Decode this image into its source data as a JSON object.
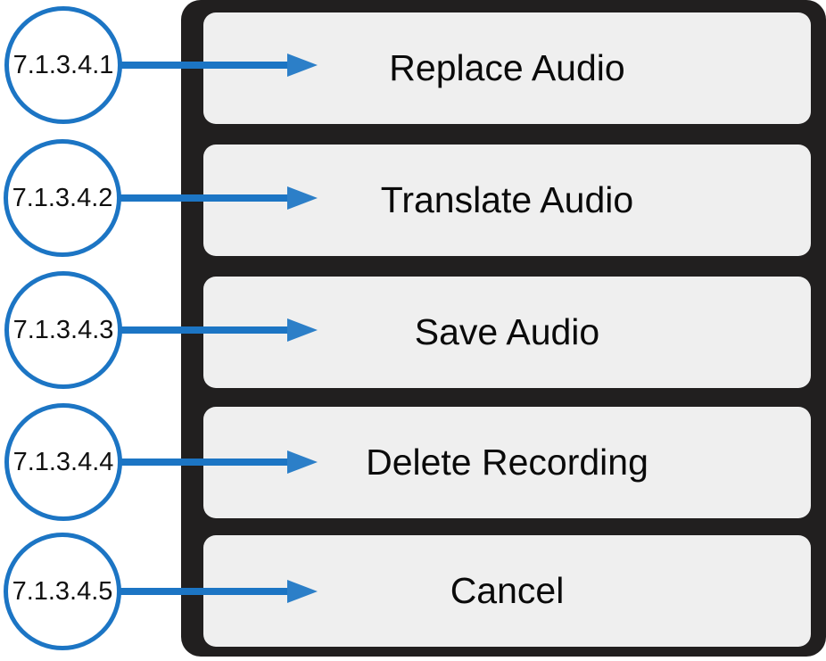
{
  "screen": {
    "type": "mobile-action-sheet",
    "background_color": "#FFFFFF",
    "panel_color": "#211F1F",
    "button_color": "#EFEFEF",
    "button_text_color": "#0A0A0A",
    "annotation_color": "#1C75C4"
  },
  "action_sheet": {
    "buttons": [
      {
        "label": "Replace Audio",
        "annotation": "7.1.3.4.1"
      },
      {
        "label": "Translate Audio",
        "annotation": "7.1.3.4.2"
      },
      {
        "label": "Save Audio",
        "annotation": "7.1.3.4.3"
      },
      {
        "label": "Delete Recording",
        "annotation": "7.1.3.4.4"
      },
      {
        "label": "Cancel",
        "annotation": "7.1.3.4.5"
      }
    ]
  },
  "annotations": [
    {
      "id": "7.1.3.4.1",
      "target": "Replace Audio"
    },
    {
      "id": "7.1.3.4.2",
      "target": "Translate Audio"
    },
    {
      "id": "7.1.3.4.3",
      "target": "Save Audio"
    },
    {
      "id": "7.1.3.4.4",
      "target": "Delete Recording"
    },
    {
      "id": "7.1.3.4.5",
      "target": "Cancel"
    }
  ]
}
